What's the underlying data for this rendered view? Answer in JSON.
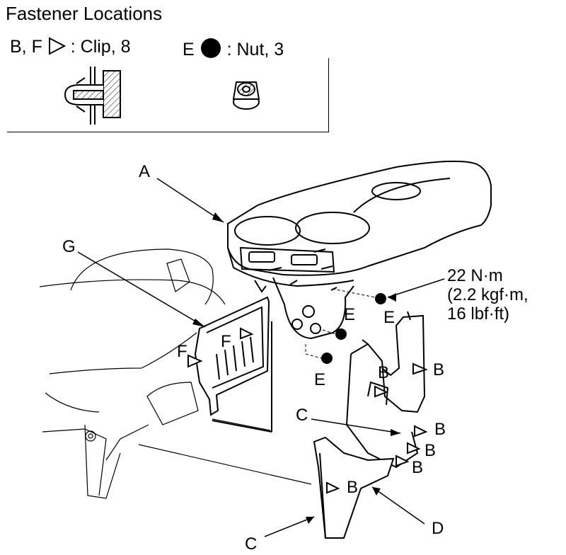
{
  "title": "Fastener Locations",
  "legend": {
    "clip_codes": "B, F",
    "clip_text": ": Clip, 8",
    "nut_codes": "E",
    "nut_text": ": Nut, 3"
  },
  "callouts": {
    "A": "A",
    "B": "B",
    "C": "C",
    "D": "D",
    "E": "E",
    "F": "F",
    "G": "G"
  },
  "torque_spec": {
    "line1": "22 N·m",
    "line2": "(2.2 kgf·m,",
    "line3": "16 lbf·ft)"
  },
  "icons": [
    "clip-symbol-icon",
    "nut-symbol-icon",
    "clip-cross-section-icon",
    "flange-nut-icon"
  ]
}
